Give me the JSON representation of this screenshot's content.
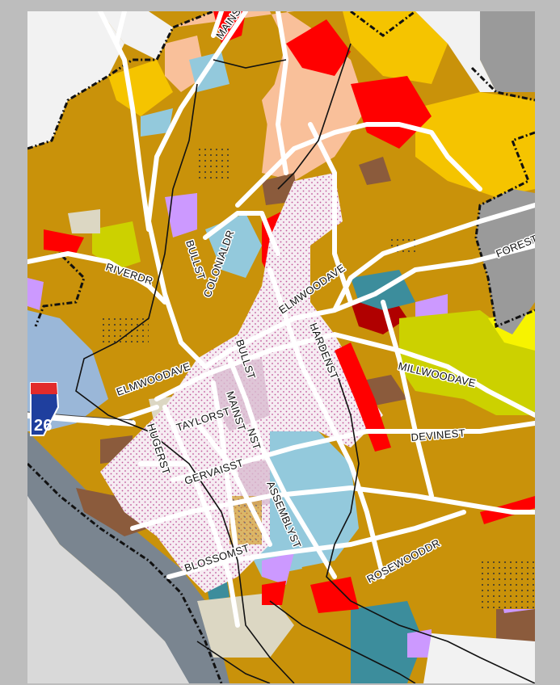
{
  "map": {
    "interstate_shield": "26",
    "street_labels": {
      "main_st_top": "MAINST",
      "forest": "FOREST",
      "river_dr": "RIVERDR",
      "bull_st_north": "BULLST",
      "colonial_dr": "COLONIALDR",
      "elmwood_ave_east": "ELMWOODAVE",
      "harden_st": "HARDENST",
      "millwood_ave": "MILLWOODAVE",
      "elmwood_ave_west": "ELMWOODAVE",
      "bull_st_south": "BULLST",
      "taylor_st": "TAYLORST",
      "main_st": "MAINST",
      "nst": "NST",
      "huger_st": "HUGERST",
      "gervais_st": "GERVAISST",
      "devine_st": "DEVINEST",
      "assembly_st": "ASSEMBLYST",
      "blossom_st": "BLOSSOMST",
      "rosewood_dr": "ROSEWOODDR"
    },
    "colors": {
      "olive_landuse": "#c9920a",
      "orange_yellow": "#f5c400",
      "peach": "#f9c09a",
      "red": "#ff0000",
      "light_blue": "#93c9dc",
      "teal": "#3c8d9c",
      "brown": "#8b5b3c",
      "purple": "#cc99ff",
      "gray_zone": "#9a9a9a",
      "yellow_green": "#ccd100",
      "tan": "#dcd7c3",
      "pink_dotted": "#f5e8f0",
      "water_blue": "#8ab3dc",
      "roads": "#ffffff"
    }
  }
}
